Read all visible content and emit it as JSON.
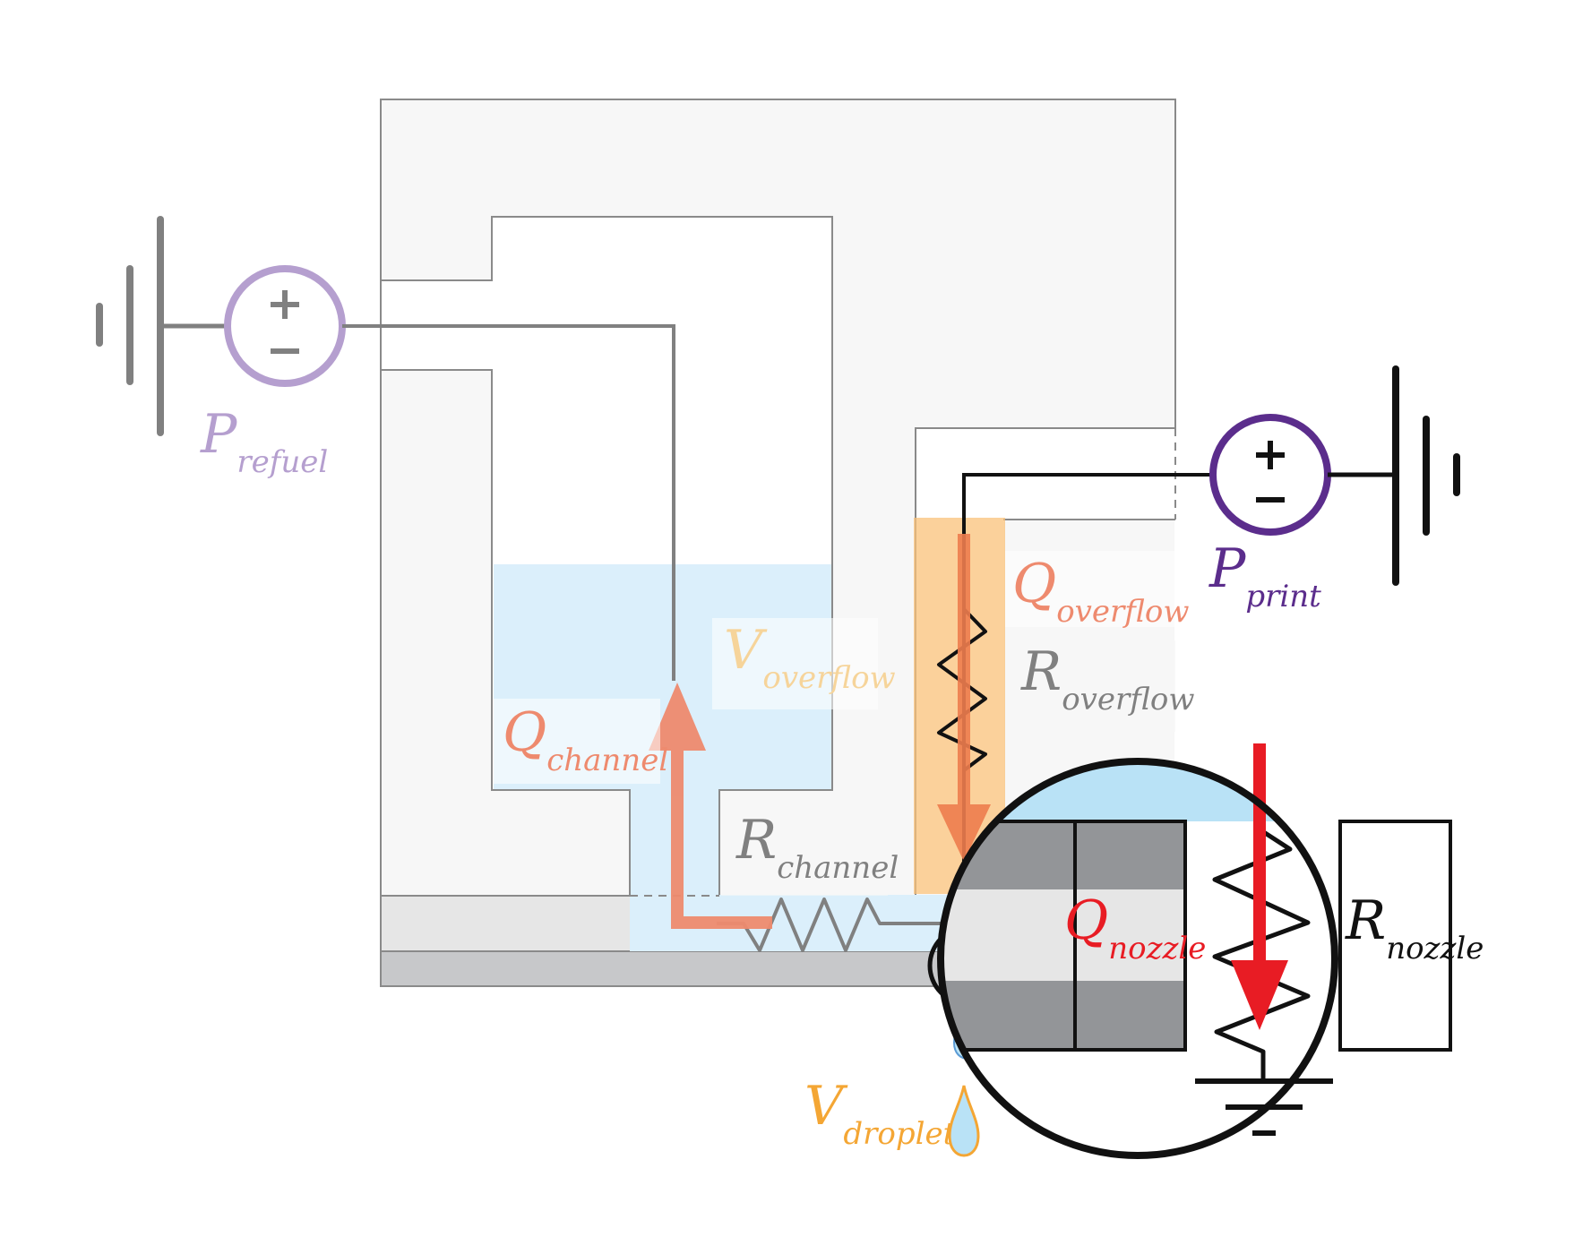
{
  "colors": {
    "block_fill": "#f7f7f7",
    "outline": "#8a8a8a",
    "base_layer": "#e6e6e6",
    "bottom_layer": "#c7c8ca",
    "liquid": "#dbeffb",
    "liquid_zoom": "#b9e2f6",
    "refuel_purple": "#b59fcf",
    "print_purple": "#5b2d8c",
    "gray_wire": "#808080",
    "black_wire": "#111111",
    "q_channel": "#ee8a6e",
    "q_overflow": "#ee7d4e",
    "overflow_band": "#f9c27a",
    "v_overflow": "#f6d49a",
    "v_droplet": "#f4a634",
    "q_nozzle": "#e81c24",
    "nozzle_gray": "#939598",
    "droplet_fill": "#b9e2f6",
    "droplet_stroke": "#5b9bd5"
  },
  "icons": {
    "refuel_source": "plus-minus-source-icon",
    "print_source": "plus-minus-source-icon",
    "ground": "ground-icon",
    "resistor": "resistor-zigzag-icon",
    "droplet": "droplet-icon"
  },
  "labels": {
    "p_refuel": {
      "main": "P",
      "sub": "refuel"
    },
    "p_print": {
      "main": "P",
      "sub": "print"
    },
    "q_channel": {
      "main": "Q",
      "sub": "channel"
    },
    "v_overflow": {
      "main": "V",
      "sub": "overflow"
    },
    "q_overflow": {
      "main": "Q",
      "sub": "overflow"
    },
    "r_overflow": {
      "main": "R",
      "sub": "overflow"
    },
    "r_channel": {
      "main": "R",
      "sub": "channel"
    },
    "v_droplet": {
      "main": "V",
      "sub": "droplet"
    },
    "q_nozzle": {
      "main": "Q",
      "sub": "nozzle"
    },
    "r_nozzle": {
      "main": "R",
      "sub": "nozzle"
    }
  },
  "symbols": {
    "plus": "+",
    "minus": "−"
  }
}
